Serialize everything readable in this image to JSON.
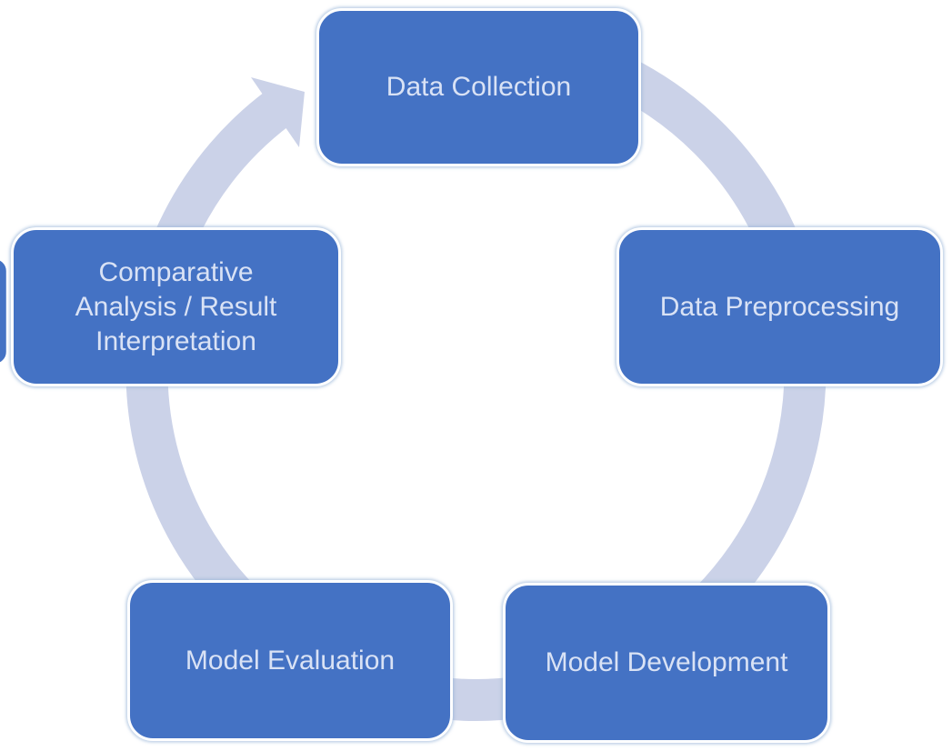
{
  "diagram": {
    "type": "cycle",
    "flow_direction": "clockwise",
    "nodes": [
      {
        "id": "data-collection",
        "label": "Data Collection",
        "position": "top"
      },
      {
        "id": "data-preprocessing",
        "label": "Data Preprocessing",
        "position": "right"
      },
      {
        "id": "model-development",
        "label": "Model Development",
        "position": "bottom-right"
      },
      {
        "id": "model-evaluation",
        "label": "Model Evaluation",
        "position": "bottom-left"
      },
      {
        "id": "comparative-analysis",
        "label": "Comparative\nAnalysis / Result\nInterpretation",
        "position": "left"
      }
    ],
    "sequence": [
      "Data Collection",
      "Data Preprocessing",
      "Model Development",
      "Model Evaluation",
      "Comparative Analysis / Result Interpretation"
    ],
    "colors": {
      "node_fill": "#4472C4",
      "node_border": "#FFFFFF",
      "node_text": "#D9E2F5",
      "ring": "#CBD2E8",
      "background": "#FFFFFF"
    }
  }
}
